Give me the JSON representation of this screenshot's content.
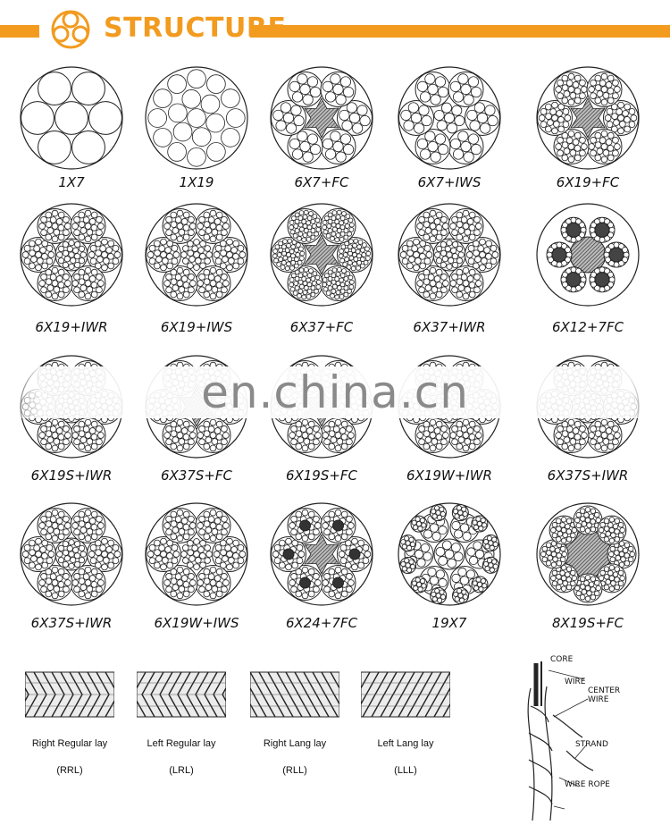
{
  "header": {
    "title": "STRUCTURE",
    "accent_color": "#f29b1f"
  },
  "structures": [
    {
      "label": "1X7",
      "type": "plain7"
    },
    {
      "label": "1X19",
      "type": "plain19"
    },
    {
      "label": "6X7+FC",
      "type": "s6fc7"
    },
    {
      "label": "6X7+IWS",
      "type": "s6iws7"
    },
    {
      "label": "6X19+FC",
      "type": "s6fc"
    },
    {
      "label": "6X19+IWR",
      "type": "s6iwr"
    },
    {
      "label": "6X19+IWS",
      "type": "s6iws"
    },
    {
      "label": "6X37+FC",
      "type": "s6fcdense"
    },
    {
      "label": "6X37+IWR",
      "type": "s6iwr"
    },
    {
      "label": "6X12+7FC",
      "type": "s6x12"
    },
    {
      "label": "6X19S+IWR",
      "type": "s6iwr"
    },
    {
      "label": "6X37S+FC",
      "type": "s6fc"
    },
    {
      "label": "6X19S+FC",
      "type": "s6fc"
    },
    {
      "label": "6X19W+IWR",
      "type": "s6iwr"
    },
    {
      "label": "6X37S+IWR",
      "type": "s6iwr"
    },
    {
      "label": "6X37S+IWR",
      "type": "s6iwr"
    },
    {
      "label": "6X19W+IWS",
      "type": "s6iws"
    },
    {
      "label": "6X24+7FC",
      "type": "s6x24"
    },
    {
      "label": "19X7",
      "type": "s19x7"
    },
    {
      "label": "8X19S+FC",
      "type": "s8fc"
    }
  ],
  "watermark": {
    "text": "en.china.cn"
  },
  "lays": [
    {
      "label": "Right Regular lay",
      "code": "(RRL)",
      "dir": 1
    },
    {
      "label": "Left Regular lay",
      "code": "(LRL)",
      "dir": -1
    },
    {
      "label": "Right Lang lay",
      "code": "(RLL)",
      "dir": 1
    },
    {
      "label": "Left Lang lay",
      "code": "(LLL)",
      "dir": -1
    }
  ],
  "anatomy": {
    "core": "CORE",
    "wire": "WIRE",
    "center_wire_1": "CENTER",
    "center_wire_2": "WIRE",
    "strand": "STRAND",
    "wire_rope": "WIRE ROPE"
  }
}
